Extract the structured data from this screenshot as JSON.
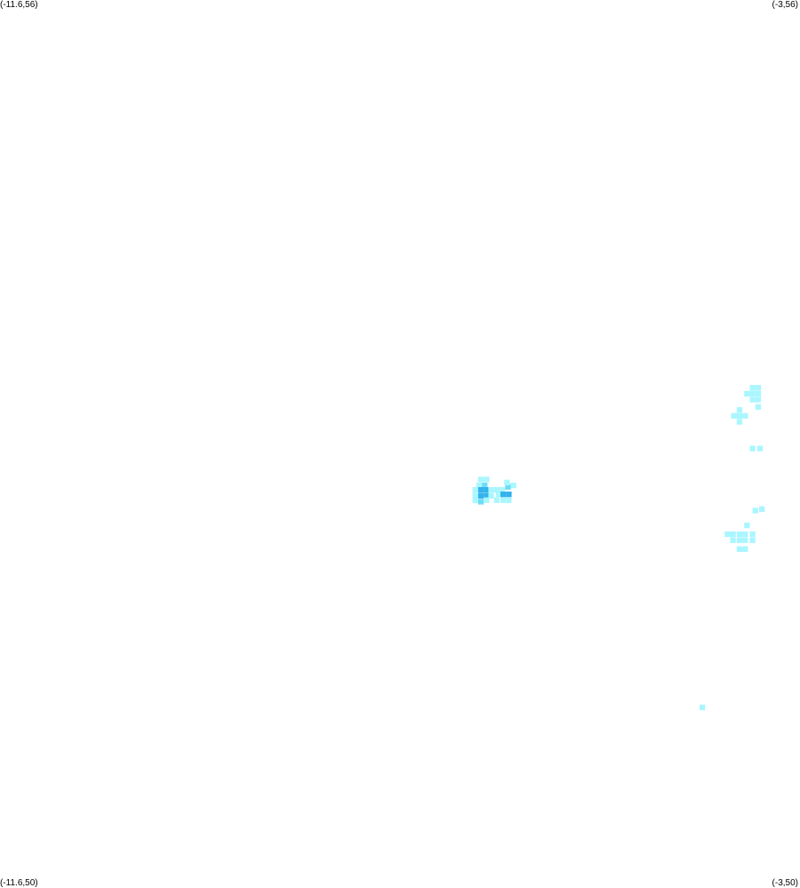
{
  "corners": {
    "top_left": "(-11.6,56)",
    "top_right": "(-3,56)",
    "bottom_left": "(-11.6,50)",
    "bottom_right": "(-3,50)"
  },
  "colors": {
    "background": "#ffffff",
    "level_low": "#aaf6ff",
    "level_mid": "#6fdcf6",
    "level_high": "#33b2ec"
  },
  "chart_data": {
    "type": "heatmap",
    "x_range": [
      -11.6,
      -3
    ],
    "y_range": [
      50,
      56
    ],
    "cell_size_deg": 0.06,
    "levels": [
      "low",
      "mid",
      "high"
    ],
    "cells": [
      {
        "lon": -6.43,
        "lat": 52.76,
        "level": "low"
      },
      {
        "lon": -6.37,
        "lat": 52.76,
        "level": "low"
      },
      {
        "lon": -6.39,
        "lat": 52.72,
        "level": "mid"
      },
      {
        "lon": -6.45,
        "lat": 52.72,
        "level": "low"
      },
      {
        "lon": -6.49,
        "lat": 52.69,
        "level": "low"
      },
      {
        "lon": -6.43,
        "lat": 52.69,
        "level": "high"
      },
      {
        "lon": -6.37,
        "lat": 52.69,
        "level": "high"
      },
      {
        "lon": -6.32,
        "lat": 52.69,
        "level": "low"
      },
      {
        "lon": -6.26,
        "lat": 52.69,
        "level": "low"
      },
      {
        "lon": -6.2,
        "lat": 52.69,
        "level": "low"
      },
      {
        "lon": -6.14,
        "lat": 52.71,
        "level": "mid"
      },
      {
        "lon": -6.08,
        "lat": 52.72,
        "level": "low"
      },
      {
        "lon": -6.15,
        "lat": 52.74,
        "level": "low"
      },
      {
        "lon": -6.49,
        "lat": 52.65,
        "level": "low"
      },
      {
        "lon": -6.43,
        "lat": 52.65,
        "level": "high"
      },
      {
        "lon": -6.37,
        "lat": 52.65,
        "level": "high"
      },
      {
        "lon": -6.32,
        "lat": 52.65,
        "level": "low"
      },
      {
        "lon": -6.24,
        "lat": 52.66,
        "level": "low"
      },
      {
        "lon": -6.19,
        "lat": 52.66,
        "level": "high"
      },
      {
        "lon": -6.13,
        "lat": 52.66,
        "level": "high"
      },
      {
        "lon": -6.26,
        "lat": 52.62,
        "level": "low"
      },
      {
        "lon": -6.19,
        "lat": 52.62,
        "level": "low"
      },
      {
        "lon": -6.13,
        "lat": 52.62,
        "level": "low"
      },
      {
        "lon": -6.49,
        "lat": 52.62,
        "level": "low"
      },
      {
        "lon": -6.43,
        "lat": 52.61,
        "level": "mid"
      },
      {
        "lon": -6.37,
        "lat": 52.62,
        "level": "low"
      },
      {
        "lon": -3.51,
        "lat": 53.38,
        "level": "low"
      },
      {
        "lon": -3.45,
        "lat": 53.38,
        "level": "low"
      },
      {
        "lon": -3.45,
        "lat": 53.34,
        "level": "low"
      },
      {
        "lon": -3.57,
        "lat": 53.34,
        "level": "low"
      },
      {
        "lon": -3.51,
        "lat": 53.34,
        "level": "low"
      },
      {
        "lon": -3.51,
        "lat": 53.3,
        "level": "low"
      },
      {
        "lon": -3.45,
        "lat": 53.3,
        "level": "low"
      },
      {
        "lon": -3.45,
        "lat": 53.25,
        "level": "low"
      },
      {
        "lon": -3.65,
        "lat": 53.23,
        "level": "low"
      },
      {
        "lon": -3.71,
        "lat": 53.19,
        "level": "low"
      },
      {
        "lon": -3.65,
        "lat": 53.19,
        "level": "low"
      },
      {
        "lon": -3.59,
        "lat": 53.19,
        "level": "low"
      },
      {
        "lon": -3.65,
        "lat": 53.15,
        "level": "low"
      },
      {
        "lon": -3.51,
        "lat": 52.97,
        "level": "low"
      },
      {
        "lon": -3.43,
        "lat": 52.97,
        "level": "low"
      },
      {
        "lon": -3.48,
        "lat": 52.55,
        "level": "low"
      },
      {
        "lon": -3.41,
        "lat": 52.56,
        "level": "low"
      },
      {
        "lon": -3.57,
        "lat": 52.45,
        "level": "low"
      },
      {
        "lon": -3.78,
        "lat": 52.39,
        "level": "low"
      },
      {
        "lon": -3.72,
        "lat": 52.39,
        "level": "low"
      },
      {
        "lon": -3.65,
        "lat": 52.39,
        "level": "low"
      },
      {
        "lon": -3.59,
        "lat": 52.39,
        "level": "low"
      },
      {
        "lon": -3.51,
        "lat": 52.39,
        "level": "low"
      },
      {
        "lon": -3.72,
        "lat": 52.35,
        "level": "low"
      },
      {
        "lon": -3.65,
        "lat": 52.35,
        "level": "low"
      },
      {
        "lon": -3.59,
        "lat": 52.35,
        "level": "low"
      },
      {
        "lon": -3.51,
        "lat": 52.35,
        "level": "low"
      },
      {
        "lon": -3.65,
        "lat": 52.29,
        "level": "low"
      },
      {
        "lon": -3.59,
        "lat": 52.29,
        "level": "low"
      },
      {
        "lon": -4.05,
        "lat": 51.22,
        "level": "low"
      }
    ]
  }
}
